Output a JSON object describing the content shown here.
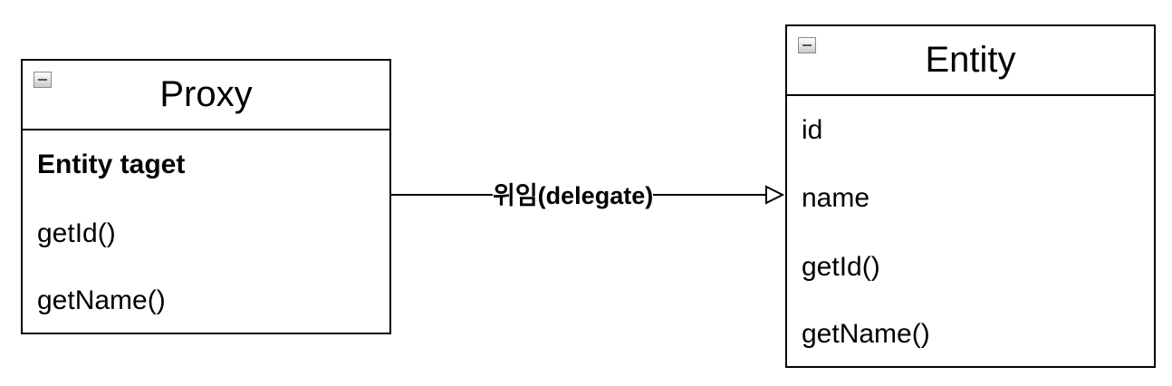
{
  "proxy_class": {
    "title": "Proxy",
    "members": [
      "Entity taget",
      "getId()",
      "getName()"
    ]
  },
  "entity_class": {
    "title": "Entity",
    "members": [
      "id",
      "name",
      "getId()",
      "getName()"
    ]
  },
  "relation": {
    "label": "위임(delegate)",
    "arrowhead": "hollow-triangle",
    "line_color": "#000000"
  },
  "icons": {
    "collapse": "collapse-minus-icon"
  }
}
